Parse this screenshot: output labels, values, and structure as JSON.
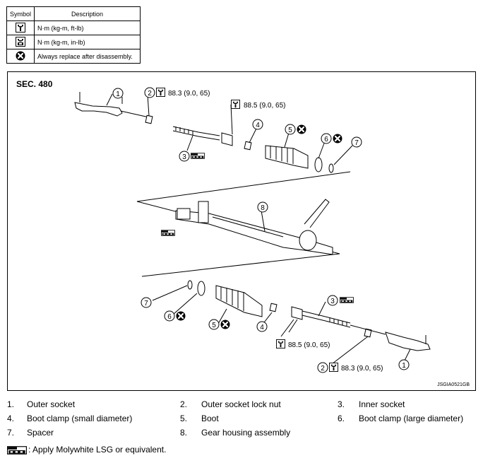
{
  "legend": {
    "header_symbol": "Symbol",
    "header_description": "Description",
    "rows": [
      {
        "icon": "torque-wrench-icon",
        "description": "N·m (kg-m, ft-lb)"
      },
      {
        "icon": "torque-wrench-small-icon",
        "description": "N·m (kg-m, in-lb)"
      },
      {
        "icon": "replace-part-icon",
        "description": "Always replace after disassembly."
      }
    ]
  },
  "diagram": {
    "section": "SEC. 480",
    "reference_code": "JSGIA0521GB",
    "callouts": {
      "n1": "1",
      "n2": "2",
      "n3": "3",
      "n4": "4",
      "n5": "5",
      "n6": "6",
      "n7": "7",
      "n8": "8"
    },
    "torque_values": {
      "outer_nut": "88.3 (9.0, 65)",
      "inner_socket": "88.5 (9.0, 65)"
    }
  },
  "parts": [
    {
      "num": "1.",
      "name": "Outer socket"
    },
    {
      "num": "2.",
      "name": "Outer socket lock nut"
    },
    {
      "num": "3.",
      "name": "Inner socket"
    },
    {
      "num": "4.",
      "name": "Boot clamp (small diameter)"
    },
    {
      "num": "5.",
      "name": "Boot"
    },
    {
      "num": "6.",
      "name": "Boot clamp (large diameter)"
    },
    {
      "num": "7.",
      "name": "Spacer"
    },
    {
      "num": "8.",
      "name": "Gear housing assembly"
    }
  ],
  "note": ": Apply Molywhite LSG or equivalent."
}
